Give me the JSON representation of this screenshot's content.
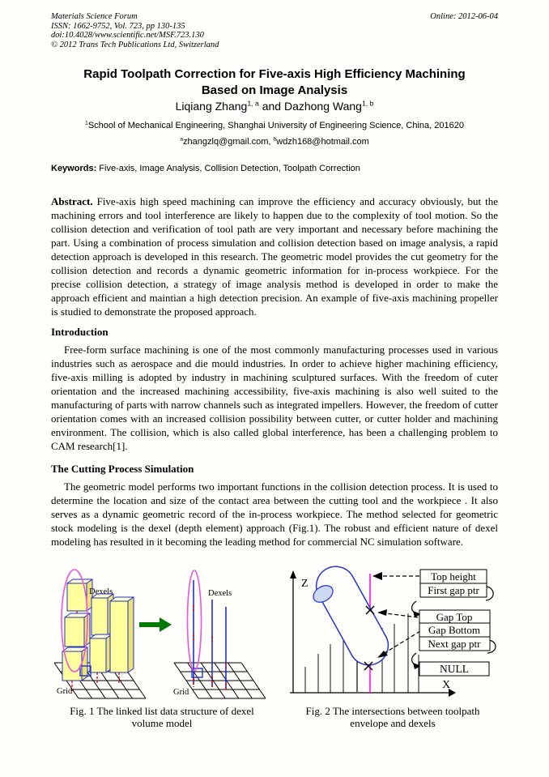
{
  "header": {
    "journal": "Materials Science Forum",
    "issn_line": "ISSN: 1662-9752, Vol. 723, pp 130-135",
    "doi_line": "doi:10.4028/www.scientific.net/MSF.723.130",
    "copyright_line": "© 2012 Trans Tech Publications Ltd, Switzerland",
    "online_date": "Online: 2012-06-04"
  },
  "article": {
    "title_line1": "Rapid Toolpath Correction for Five-axis High Efficiency Machining",
    "title_line2": "Based on Image Analysis",
    "authors": {
      "author1_name": "Liqiang Zhang",
      "author1_sup": "1, a",
      "joiner": " and ",
      "author2_name": "Dazhong Wang",
      "author2_sup": "1, b"
    },
    "affiliation": {
      "sup": "1",
      "text": "School of Mechanical Engineering, Shanghai University of Engineering Science, China, 201620"
    },
    "emails": {
      "sup_a": "a",
      "email_a": "zhangzlq@gmail.com, ",
      "sup_b": "b",
      "email_b": "wdzh168@hotmail.com"
    },
    "keywords": {
      "label": "Keywords:",
      "text": " Five-axis, Image Analysis, Collision Detection, Toolpath Correction"
    },
    "abstract": {
      "label": "Abstract.",
      "text": " Five-axis high speed machining can improve the efficiency and accuracy obviously, but the machining errors and tool interference are likely to happen due to the complexity of tool motion. So the collision detection and verification of tool path are very important and necessary before machining the part. Using a combination of process simulation and collision detection based on image analysis, a rapid detection approach is developed in this research. The geometric model provides the cut geometry for the collision detection and records a dynamic geometric information for in-process workpiece. For the precise collision detection, a strategy of image analysis method is developed in order to make the approach efficient and maintian a high detection precision. An example of five-axis machining propeller is studied to demonstrate the proposed approach."
    },
    "sections": [
      {
        "heading": "Introduction",
        "paragraph": "Free-form surface machining is one of the most commonly manufacturing processes used in various industries such as aerospace and die mould industries. In order to achieve higher machining efficiency, five-axis milling is adopted by industry in machining sculptured surfaces. With the freedom of cuter orientation and the increased machining accessibility, five-axis machining is also well suited to the manufacturing of parts with narrow channels such as integrated impellers. However, the freedom of cutter orientation comes with an increased collision possibility between cutter, or cutter holder and machining environment. The collision, which is also called global interference, has been a challenging problem to CAM research[1]."
      },
      {
        "heading": "The Cutting Process Simulation",
        "paragraph": "The geometric model performs two important functions in the collision detection process. It is used to determine the location and size of the contact area between the cutting tool and the workpiece . It also serves as a dynamic geometric record of the in-process workpiece. The method selected for geometric stock modeling is the dexel (depth element) approach (Fig.1). The robust and efficient nature of dexel modeling has resulted in it becoming the leading method for commercial NC simulation software."
      }
    ]
  },
  "figures": {
    "fig1": {
      "labels": {
        "dexels": "Dexels",
        "grid": "Grid"
      },
      "caption_line1": "Fig. 1  The linked list data structure of dexel",
      "caption_line2": "volume model"
    },
    "fig2": {
      "axis_z": "Z",
      "axis_x": "X",
      "boxes": [
        "Top height",
        "First gap ptr",
        "Gap Top",
        "Gap Bottom",
        "Next gap ptr",
        "NULL"
      ],
      "caption_line1": "Fig. 2 The intersections between toolpath",
      "caption_line2": "envelope and dexels"
    },
    "colors": {
      "dexel_box_fill": "#ffff9e",
      "outline_blue": "#2233bb",
      "ellipse_magenta": "#ee55dd",
      "arrow_green": "#007a00",
      "gap_red": "#dd0000",
      "envelope_blue": "#2233cc",
      "intersect_magenta": "#ff00ee",
      "tooltip_fill": "#cbd9f2"
    }
  }
}
